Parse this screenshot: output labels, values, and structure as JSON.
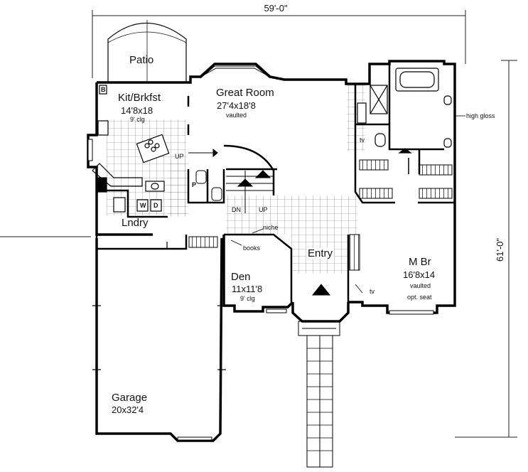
{
  "overall_width": "59'-0\"",
  "overall_depth": "61'-0\"",
  "rooms": {
    "patio": {
      "name": "Patio"
    },
    "kitchen": {
      "name": "Kit/Brkfst",
      "size": "14'8x18",
      "ceiling": "9' clg"
    },
    "great_room": {
      "name": "Great Room",
      "size": "27'4x18'8",
      "ceiling": "vaulted"
    },
    "laundry": {
      "name": "Lndry"
    },
    "den": {
      "name": "Den",
      "size": "11x11'8",
      "ceiling": "9' clg"
    },
    "entry": {
      "name": "Entry"
    },
    "master": {
      "name": "M Br",
      "size": "16'8x14",
      "ceiling": "vaulted"
    },
    "garage": {
      "name": "Garage",
      "size": "20x32'4"
    }
  },
  "annotations": {
    "high_gloss": "high gloss",
    "opt_seat": "opt. seat",
    "tv_bath": "tv",
    "tv_master": "tv",
    "niche": "niche",
    "books": "books",
    "up_kitchen": "UP",
    "dn": "DN",
    "up_stair": "UP",
    "pantry": "P",
    "washer": "W",
    "dryer": "D",
    "broom": "B"
  }
}
